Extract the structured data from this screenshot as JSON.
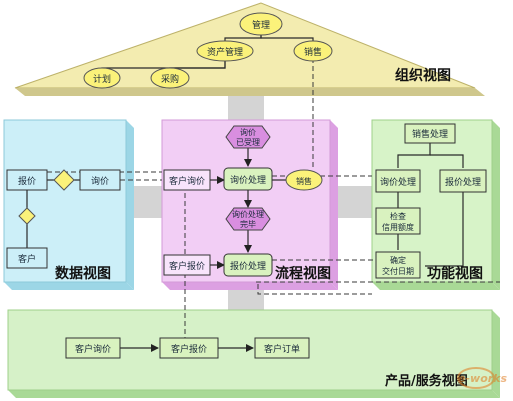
{
  "org": {
    "title": "组织视图",
    "nodes": {
      "mgmt": "管理",
      "asset": "资产管理",
      "sales": "销售",
      "plan": "计划",
      "purchase": "采购"
    }
  },
  "data_view": {
    "title": "数据视图",
    "nodes": {
      "quote": "报价",
      "inquiry": "询价",
      "customer": "客户"
    }
  },
  "process_view": {
    "title": "流程视图",
    "nodes": {
      "inquiry_received_l1": "询价",
      "inquiry_received_l2": "已受理",
      "customer_inquiry": "客户询价",
      "inquiry_processing": "询价处理",
      "sales": "销售",
      "done_l1": "询价处理",
      "done_l2": "完毕",
      "customer_quote": "客户报价",
      "quote_processing": "报价处理"
    }
  },
  "function_view": {
    "title": "功能视图",
    "nodes": {
      "sales_processing": "销售处理",
      "inquiry_processing": "询价处理",
      "quote_processing": "报价处理",
      "check_l1": "检查",
      "check_l2": "信用额度",
      "confirm_l1": "确定",
      "confirm_l2": "交付日期"
    }
  },
  "product_view": {
    "title": "产品/服务视图",
    "nodes": {
      "customer_inquiry": "客户询价",
      "customer_quote": "客户报价",
      "customer_order": "客户订单"
    }
  },
  "watermark": "e-works",
  "colors": {
    "roof": "#f3ecb0",
    "data": "#cceff8",
    "process": "#f2cef5",
    "function": "#d7f3c8",
    "product": "#d6f1c8",
    "connector": "#d4d4d4",
    "node_green": "#d9f2bf",
    "ellipse": "#fbf27a",
    "hex": "#d98ee0",
    "line": "#2a2a2a"
  }
}
